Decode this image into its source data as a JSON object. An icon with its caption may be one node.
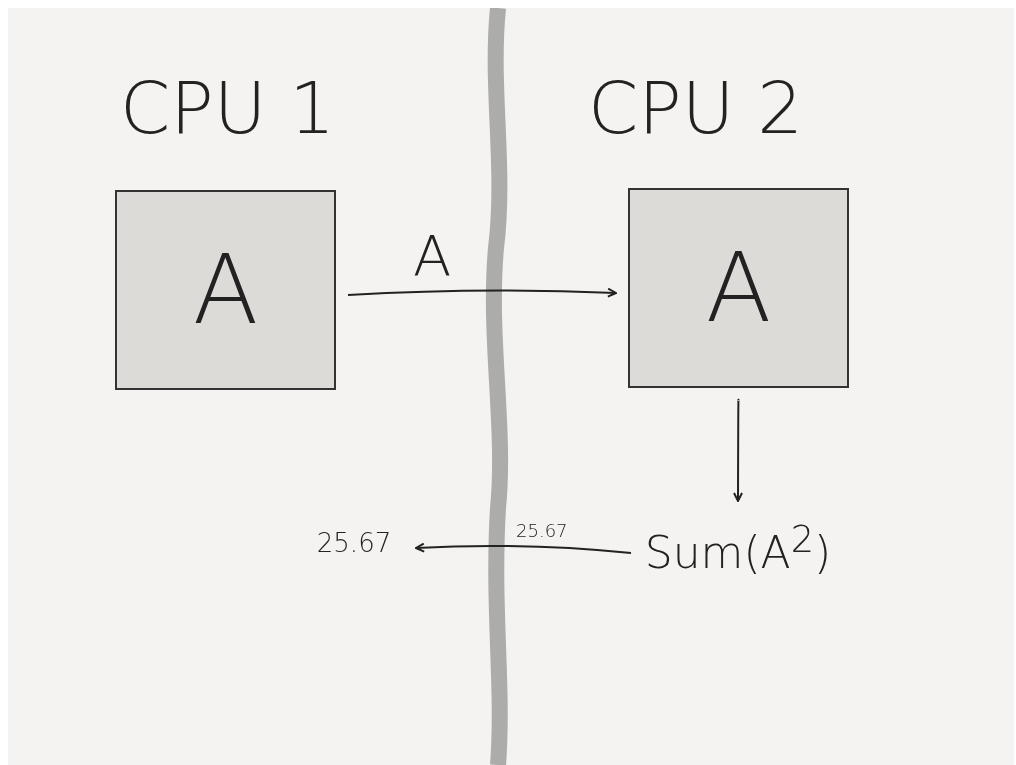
{
  "diagram": {
    "nodes": [
      {
        "text": [
          "A"
        ]
      },
      {
        "text": [
          "A"
        ]
      },
      {
        "text": [
          "Sum(A$^{2}$)"
        ]
      },
      {
        "text": [
          "25.67"
        ]
      }
    ],
    "edges": [
      {
        "from": 0,
        "to": 1,
        "arrow": "to",
        "label": "A"
      },
      {
        "from": 1,
        "to": 2,
        "arrow": "to"
      },
      {
        "from": 2,
        "to": 3,
        "arrow": "to",
        "label": "25.67"
      }
    ],
    "labels": [
      "CPU 1",
      "CPU 2"
    ]
  }
}
